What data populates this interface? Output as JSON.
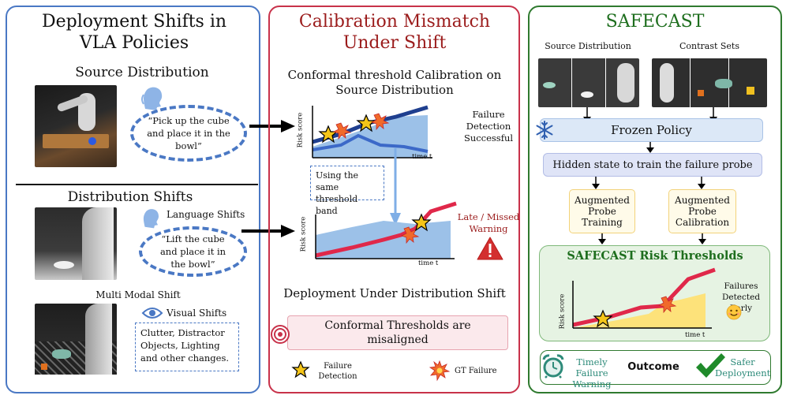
{
  "left": {
    "title": "Deployment Shifts in VLA Policies",
    "source_heading": "Source Distribution",
    "source_quote": "“Pick up the cube and place it in the bowl”",
    "shifts_heading": "Distribution Shifts",
    "language_label": "Language Shifts",
    "language_quote": "“Lift  the cube and place it in the bowl”",
    "multimodal_label": "Multi Modal Shift",
    "visual_label": "Visual Shifts",
    "visual_text": "Clutter, Distractor Objects, Lighting and other changes."
  },
  "middle": {
    "title": "Calibration Mismatch Under Shift",
    "calib_heading": "Conformal threshold Calibration on Source Distribution",
    "top_chart": {
      "ylabel": "Risk score",
      "xlabel": "time t"
    },
    "success_text": "Failure Detection Successful",
    "same_band_text": "Using the same threshold band",
    "late_text": "Late / Missed Warning",
    "bottom_chart": {
      "ylabel": "Risk score",
      "xlabel": "time t"
    },
    "deploy_heading": "Deployment Under Distribution Shift",
    "misaligned_text": "Conformal Thresholds are misaligned",
    "legend_failure_detection": "Failure Detection",
    "legend_gt_failure": "GT Failure"
  },
  "right": {
    "title": "SAFECAST",
    "source_label": "Source Distribution",
    "contrast_label": "Contrast Sets",
    "frozen_policy": "Frozen Policy",
    "hidden_state": "Hidden state to train the failure probe",
    "aug_training": "Augmented Probe Training",
    "aug_calibration": "Augmented Probe Calibration",
    "thresholds_title": "SAFECAST Risk Thresholds",
    "chart": {
      "ylabel": "Risk score",
      "xlabel": "time t"
    },
    "detected_early": "Failures Detected Early",
    "timely_warning": "Timely Failure Warning",
    "outcome": "Outcome",
    "safer": "Safer Deployment"
  },
  "colors": {
    "blue": "#4a78c4",
    "red": "#c8324a",
    "green": "#2f7a2f",
    "dark_red_text": "#9b1c1c",
    "yellow_fill": "#fde27a",
    "band_fill": "#9cc1e8"
  },
  "icons": [
    "speaker-head-icon",
    "eye-icon",
    "snowflake-icon",
    "warning-triangle-icon",
    "target-icon",
    "star-icon",
    "explosion-icon",
    "alarm-clock-icon",
    "checkmark-icon",
    "smiley-icon"
  ]
}
